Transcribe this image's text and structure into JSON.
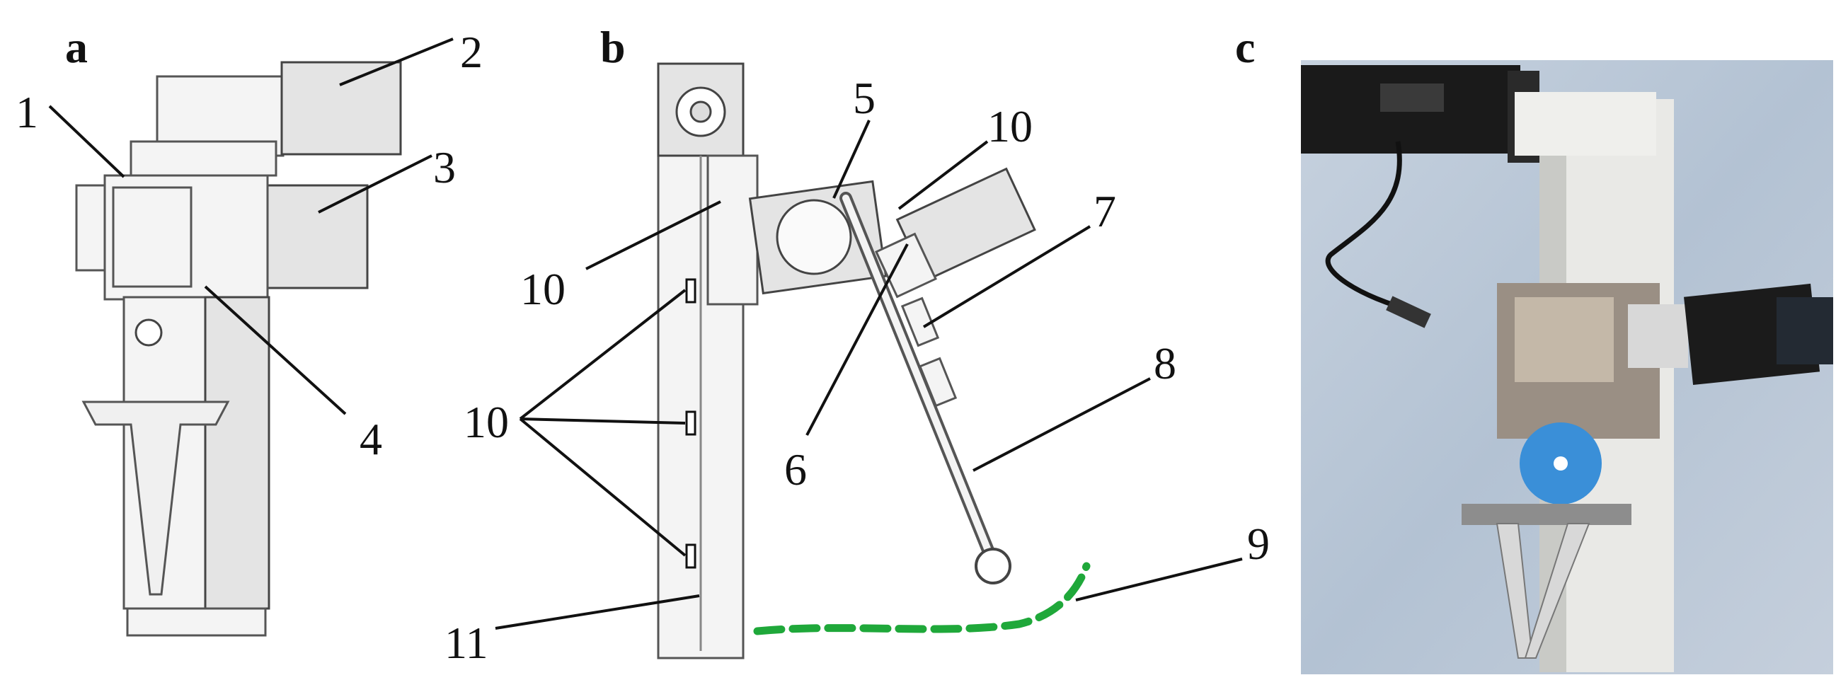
{
  "panels": [
    {
      "id": "a",
      "letter": "a"
    },
    {
      "id": "b",
      "letter": "b"
    },
    {
      "id": "c",
      "letter": "c"
    }
  ],
  "callouts": {
    "a": [
      "1",
      "2",
      "3",
      "4"
    ],
    "b": [
      "5",
      "10",
      "7",
      "10",
      "8",
      "6",
      "10",
      "9",
      "11"
    ]
  },
  "colors": {
    "trajectory": "#1fa83a",
    "line": "#111111",
    "part_fill": "#f4f4f4",
    "part_stroke": "#555555",
    "blue_part": "#2e4a6b",
    "photo_background": "#b9c6d6",
    "motor_black": "#1a1a1a",
    "blue_disc": "#3a8fd8"
  }
}
